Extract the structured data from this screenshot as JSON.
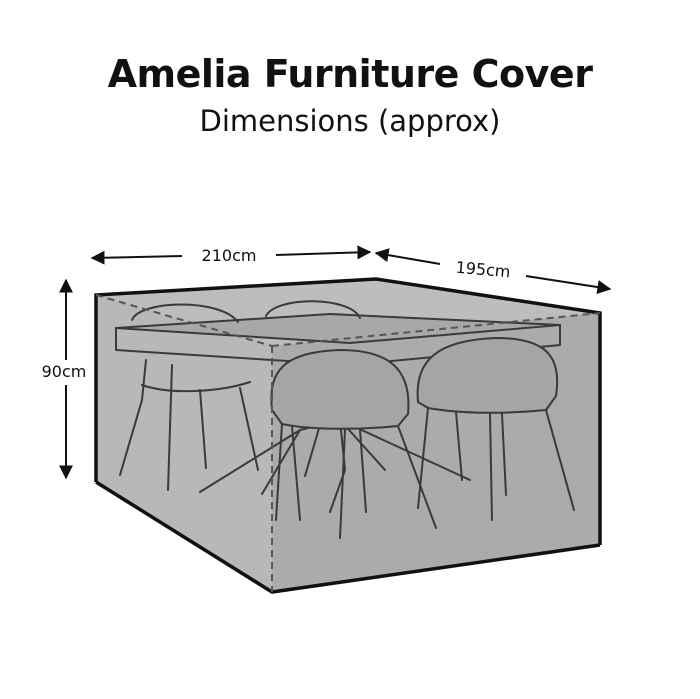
{
  "title": "Amelia Furniture Cover",
  "subtitle": "Dimensions (approx)",
  "dimensions": {
    "width": "210cm",
    "depth": "195cm",
    "height": "90cm"
  },
  "colors": {
    "cover_fill": "#b3b3b3",
    "cover_outline": "#111111",
    "furniture_line": "#3a3a3a",
    "text": "#111111"
  }
}
